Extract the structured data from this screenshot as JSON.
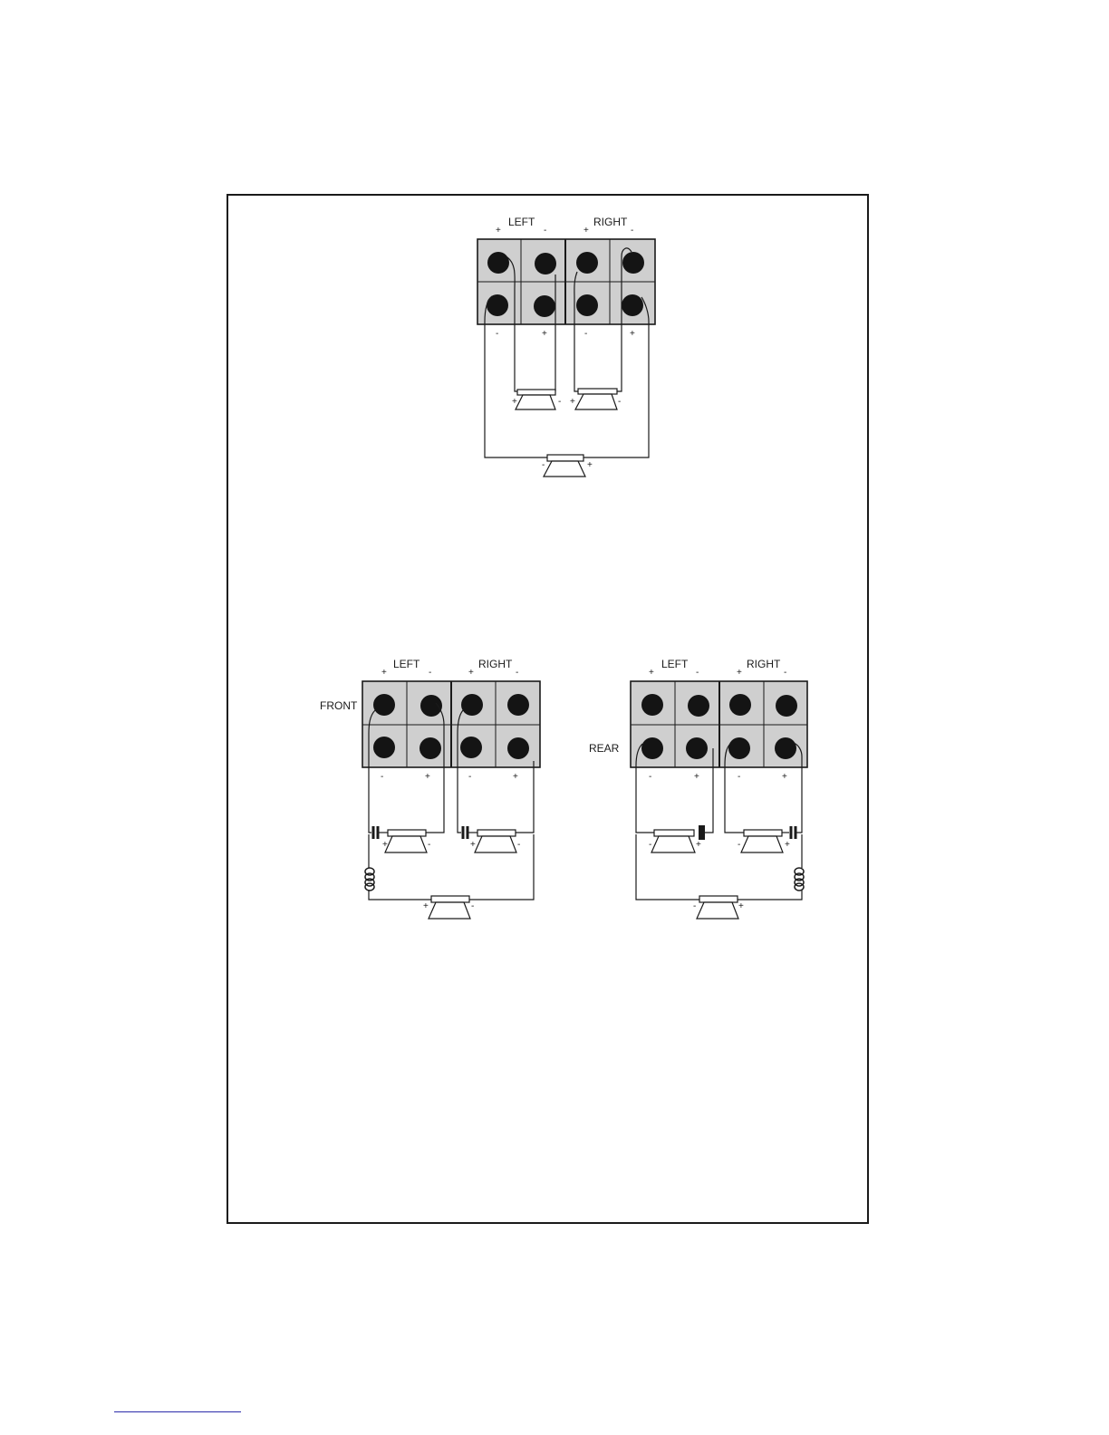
{
  "diagrams": [
    {
      "id": "top",
      "header_left": "LEFT",
      "header_right": "RIGHT",
      "top_signs": [
        "+",
        "-",
        "+",
        "-"
      ],
      "bottom_signs": [
        "-",
        "+",
        "-",
        "+"
      ],
      "side_label": ""
    },
    {
      "id": "front",
      "header_left": "LEFT",
      "header_right": "RIGHT",
      "top_signs": [
        "+",
        "-",
        "+",
        "-"
      ],
      "bottom_signs": [
        "-",
        "+",
        "-",
        "+"
      ],
      "side_label": "FRONT"
    },
    {
      "id": "rear",
      "header_left": "LEFT",
      "header_right": "RIGHT",
      "top_signs": [
        "+",
        "-",
        "+",
        "-"
      ],
      "bottom_signs": [
        "-",
        "+",
        "-",
        "+"
      ],
      "side_label": "REAR"
    }
  ],
  "speaker_signs": {
    "top": [
      [
        "+",
        "-"
      ],
      [
        "+",
        "-"
      ],
      [
        "-",
        "+"
      ]
    ],
    "front": [
      [
        "+",
        "-"
      ],
      [
        "+",
        "-"
      ],
      [
        "+",
        "-"
      ]
    ],
    "rear": [
      [
        "-",
        "+"
      ],
      [
        "-",
        "+"
      ],
      [
        "-",
        "+"
      ]
    ]
  },
  "colors": {
    "cell": "#cfcfcf",
    "terminal": "#141414",
    "line": "#1a1a1a"
  }
}
